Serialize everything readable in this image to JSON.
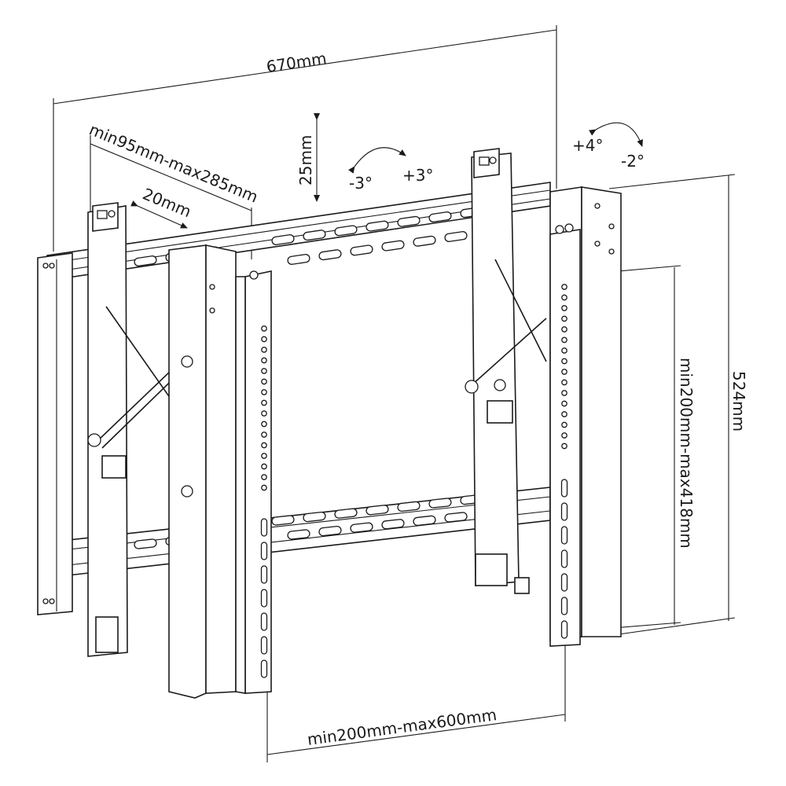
{
  "diagram": {
    "title": "Video wall mount dimension drawing",
    "dimensions": {
      "overall_width": "670mm",
      "arm_depth": "min95mm-max285mm",
      "micro_adjust": "20mm",
      "height_adjust": "25mm",
      "tilt_left": "-3°",
      "tilt_right": "+3°",
      "tilt_up": "+4°",
      "tilt_down": "-2°",
      "overall_height": "524mm",
      "vesa_vertical": "min200mm-max418mm",
      "vesa_horizontal": "min200mm-max600mm"
    },
    "colors": {
      "line": "#1a1a1a",
      "background": "#ffffff"
    }
  }
}
